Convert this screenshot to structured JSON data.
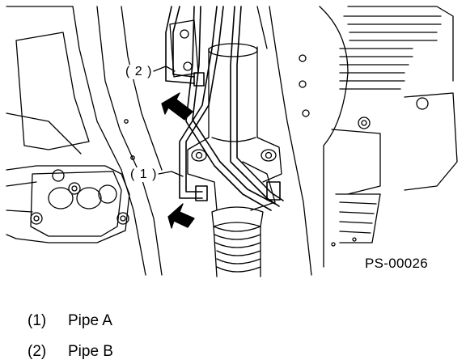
{
  "figure": {
    "code": "PS-00026",
    "callouts": [
      {
        "id": "1",
        "text": "( 1 )"
      },
      {
        "id": "2",
        "text": "( 2 )"
      }
    ]
  },
  "legend": [
    {
      "num": "(1)",
      "label": "Pipe A"
    },
    {
      "num": "(2)",
      "label": "Pipe B"
    }
  ],
  "colors": {
    "line": "#000000",
    "background": "#ffffff"
  }
}
